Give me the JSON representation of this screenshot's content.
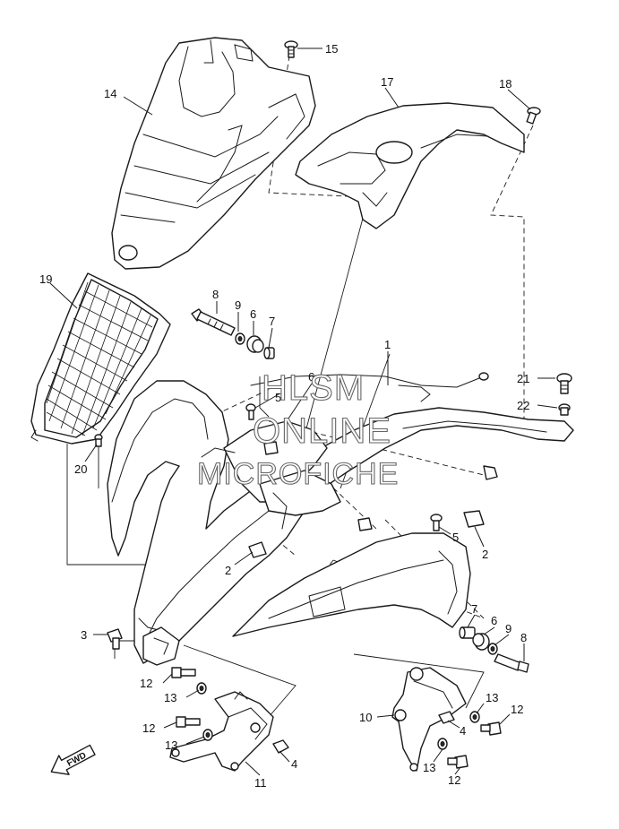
{
  "callouts": {
    "c1": "1",
    "c2a": "2",
    "c2b": "2",
    "c3": "3",
    "c4a": "4",
    "c4b": "4",
    "c5a": "5",
    "c5b": "5",
    "c6a": "6",
    "c6b": "6",
    "c6c": "6",
    "c7a": "7",
    "c7b": "7",
    "c8a": "8",
    "c8b": "8",
    "c9a": "9",
    "c9b": "9",
    "c10": "10",
    "c11": "11",
    "c12a": "12",
    "c12b": "12",
    "c12c": "12",
    "c12d": "12",
    "c13a": "13",
    "c13b": "13",
    "c13c": "13",
    "c13d": "13",
    "c14": "14",
    "c15": "15",
    "c17": "17",
    "c18": "18",
    "c19": "19",
    "c20": "20",
    "c21": "21",
    "c22": "22"
  },
  "watermark": {
    "line1": "HLSM",
    "line2": "ONLINE",
    "line3": "MICROFICHE"
  },
  "fwd_label": "FWD"
}
